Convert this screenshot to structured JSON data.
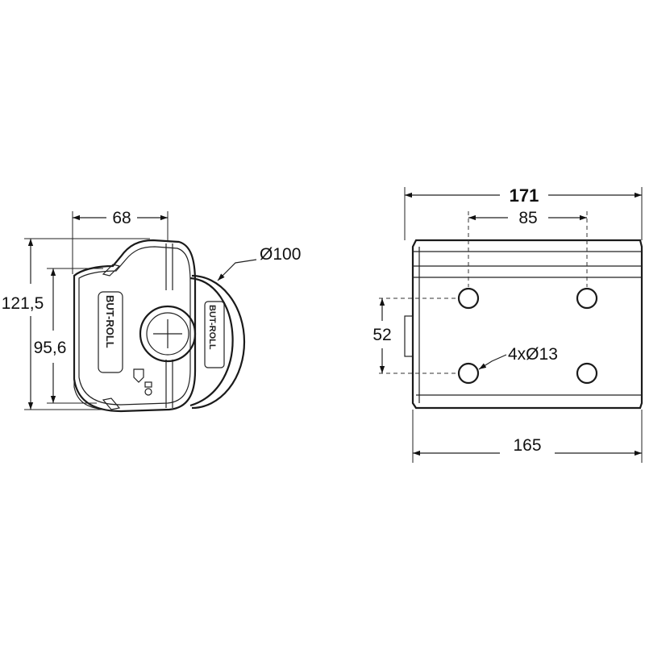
{
  "dimensions": {
    "width_68": "68",
    "height_121_5": "121,5",
    "height_95_6": "95,6",
    "diameter_100": "Ø100",
    "length_171": "171",
    "spacing_85": "85",
    "spacing_52": "52",
    "holes": "4xØ13",
    "length_165": "165"
  },
  "branding": {
    "logo_left": "BUT-ROLL",
    "logo_right": "BUT-ROLL"
  },
  "colors": {
    "line": "#1a1a1a",
    "background": "#ffffff"
  }
}
